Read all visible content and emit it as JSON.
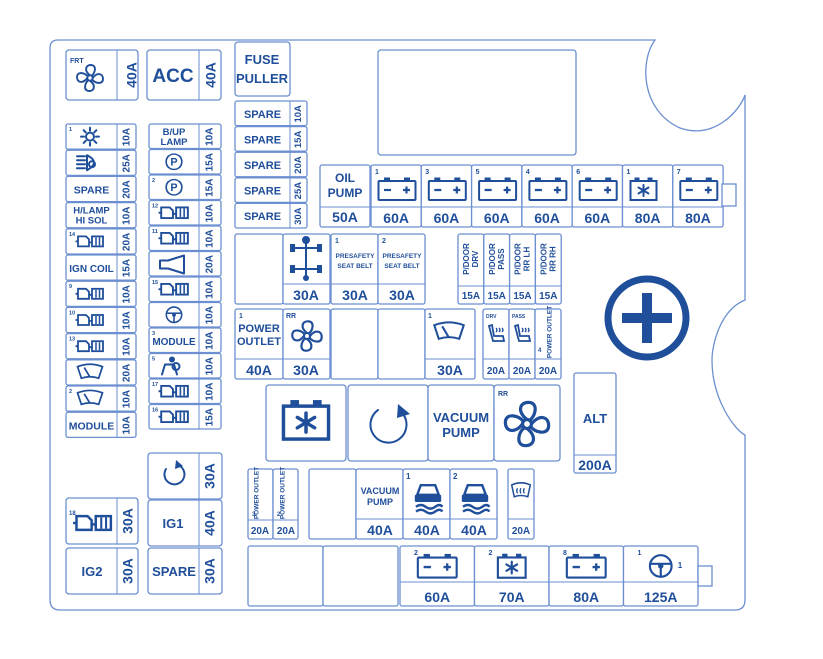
{
  "colors": {
    "outline": "#6b8fd0",
    "text": "#1f4e9a",
    "background": "#ffffff"
  },
  "top_left": {
    "frt": {
      "tag": "FRT",
      "icon": "fan-icon",
      "amp": "40A"
    },
    "acc": {
      "label": "ACC",
      "amp": "40A"
    },
    "fuse_puller": {
      "line1": "FUSE",
      "line2": "PULLER"
    }
  },
  "spares": {
    "label": "SPARE",
    "amps": [
      "10A",
      "15A",
      "20A",
      "25A",
      "30A"
    ]
  },
  "left_col_a": [
    {
      "num": "1",
      "icon": "defrost-icon",
      "amp": "10A"
    },
    {
      "icon": "headlamp-washer-icon",
      "amp": "25A"
    },
    {
      "label": "SPARE",
      "amp": "20A"
    },
    {
      "line1": "H/LAMP",
      "line2": "HI SOL",
      "amp": "10A"
    },
    {
      "num": "14",
      "icon": "ecu-icon",
      "amp": "20A"
    },
    {
      "label": "IGN COIL",
      "amp": "15A"
    },
    {
      "num": "9",
      "icon": "ecu-icon",
      "amp": "10A"
    },
    {
      "num": "10",
      "icon": "ecu-icon",
      "amp": "10A"
    },
    {
      "num": "13",
      "icon": "ecu-icon",
      "amp": "10A"
    },
    {
      "icon": "wiper-icon",
      "amp": "20A"
    },
    {
      "num": "2",
      "icon": "wiper-icon",
      "amp": "10A"
    },
    {
      "label": "MODULE",
      "amp": "10A"
    }
  ],
  "left_col_b": [
    {
      "line1": "B/UP",
      "line2": "LAMP",
      "amp": "10A"
    },
    {
      "icon": "parking-brake-icon",
      "amp": "15A"
    },
    {
      "num": "2",
      "icon": "parking-brake-icon",
      "amp": "15A"
    },
    {
      "num": "12",
      "icon": "ecu-icon",
      "amp": "10A"
    },
    {
      "num": "11",
      "icon": "ecu-icon",
      "amp": "10A"
    },
    {
      "icon": "horn-icon",
      "amp": "20A"
    },
    {
      "num": "15",
      "icon": "ecu-icon",
      "amp": "10A"
    },
    {
      "icon": "steering-icon",
      "amp": "10A"
    },
    {
      "num": "3",
      "label": "MODULE",
      "amp": "10A"
    },
    {
      "num": "5",
      "icon": "airbag-icon",
      "amp": "10A"
    },
    {
      "num": "17",
      "icon": "ecu-icon",
      "amp": "10A"
    },
    {
      "num": "16",
      "icon": "ecu-icon",
      "amp": "15A"
    }
  ],
  "ign": {
    "ig1_amp": "30A",
    "ig1_label": "IG1",
    "ig1_amp2": "40A",
    "spare_label": "SPARE",
    "spare_amp": "30A",
    "ecu_num": "18",
    "ecu_amp": "30A",
    "ig2_label": "IG2",
    "ig2_amp": "30A"
  },
  "top_row": {
    "oil_pump": {
      "line1": "OIL",
      "line2": "PUMP",
      "amp": "50A"
    },
    "fuses": [
      {
        "num": "1",
        "icon": "battery-icon",
        "amp": "60A"
      },
      {
        "num": "3",
        "icon": "battery-icon",
        "amp": "60A"
      },
      {
        "num": "5",
        "icon": "battery-icon",
        "amp": "60A"
      },
      {
        "num": "4",
        "icon": "battery-icon",
        "amp": "60A"
      },
      {
        "num": "6",
        "icon": "battery-icon",
        "amp": "60A"
      },
      {
        "num": "1",
        "icon": "alternator-icon",
        "amp": "80A"
      },
      {
        "num": "7",
        "icon": "battery-icon",
        "amp": "80A"
      }
    ]
  },
  "mid_row": {
    "awd": {
      "icon": "awd-icon",
      "amp": "30A"
    },
    "seatbelt1": {
      "num": "1",
      "line1": "PRESAFETY",
      "line2": "SEAT BELT",
      "amp": "30A"
    },
    "seatbelt2": {
      "num": "2",
      "line1": "PRESAFETY",
      "line2": "SEAT BELT",
      "amp": "30A"
    },
    "pdoors": [
      {
        "label": "P/DOOR DRV",
        "amp": "15A"
      },
      {
        "label": "P/DOOR PASS",
        "amp": "15A"
      },
      {
        "label": "P/DOOR RR LH",
        "amp": "15A"
      },
      {
        "label": "P/DOOR RR RH",
        "amp": "15A"
      }
    ]
  },
  "row3": {
    "power_outlet": {
      "num": "1",
      "line1": "POWER",
      "line2": "OUTLET",
      "amp": "40A"
    },
    "rr_fan": {
      "tag": "RR",
      "icon": "fan-icon",
      "amp": "30A"
    },
    "wiper": {
      "num": "1",
      "icon": "wiper-icon",
      "amp": "30A"
    },
    "seat_drv": {
      "tag": "DRV",
      "icon": "seat-heater-icon",
      "amp": "20A"
    },
    "seat_pass": {
      "tag": "PASS",
      "icon": "seat-heater-icon",
      "amp": "20A"
    },
    "outlet4": {
      "num": "4",
      "label": "POWER OUTLET",
      "amp": "20A"
    }
  },
  "big": {
    "alt_relay_icon": "alternator-icon",
    "restart_icon": "restart-icon",
    "vacuum": {
      "line1": "VACUUM",
      "line2": "PUMP"
    },
    "rr_fan_tag": "RR",
    "alt": {
      "label": "ALT",
      "amp": "200A"
    }
  },
  "row5": {
    "outlet3": {
      "num": "3",
      "label": "POWER OUTLET",
      "amp": "20A"
    },
    "outlet2": {
      "num": "2",
      "label": "POWER OUTLET",
      "amp": "20A"
    },
    "vacuum": {
      "line1": "VACUUM",
      "line2": "PUMP",
      "amp": "40A"
    },
    "esc1": {
      "num": "1",
      "icon": "stability-control-icon",
      "amp": "40A"
    },
    "esc2": {
      "num": "2",
      "icon": "stability-control-icon",
      "amp": "40A"
    },
    "defog": {
      "icon": "rear-defog-icon",
      "amp": "20A"
    }
  },
  "bottom_row": [
    {
      "num": "2",
      "icon": "battery-icon",
      "amp": "60A"
    },
    {
      "num": "2",
      "icon": "alternator-icon",
      "amp": "70A"
    },
    {
      "num": "8",
      "icon": "battery-icon",
      "amp": "80A"
    },
    {
      "num": "1",
      "icon": "steering-icon",
      "num2": "1",
      "amp": "125A"
    }
  ]
}
